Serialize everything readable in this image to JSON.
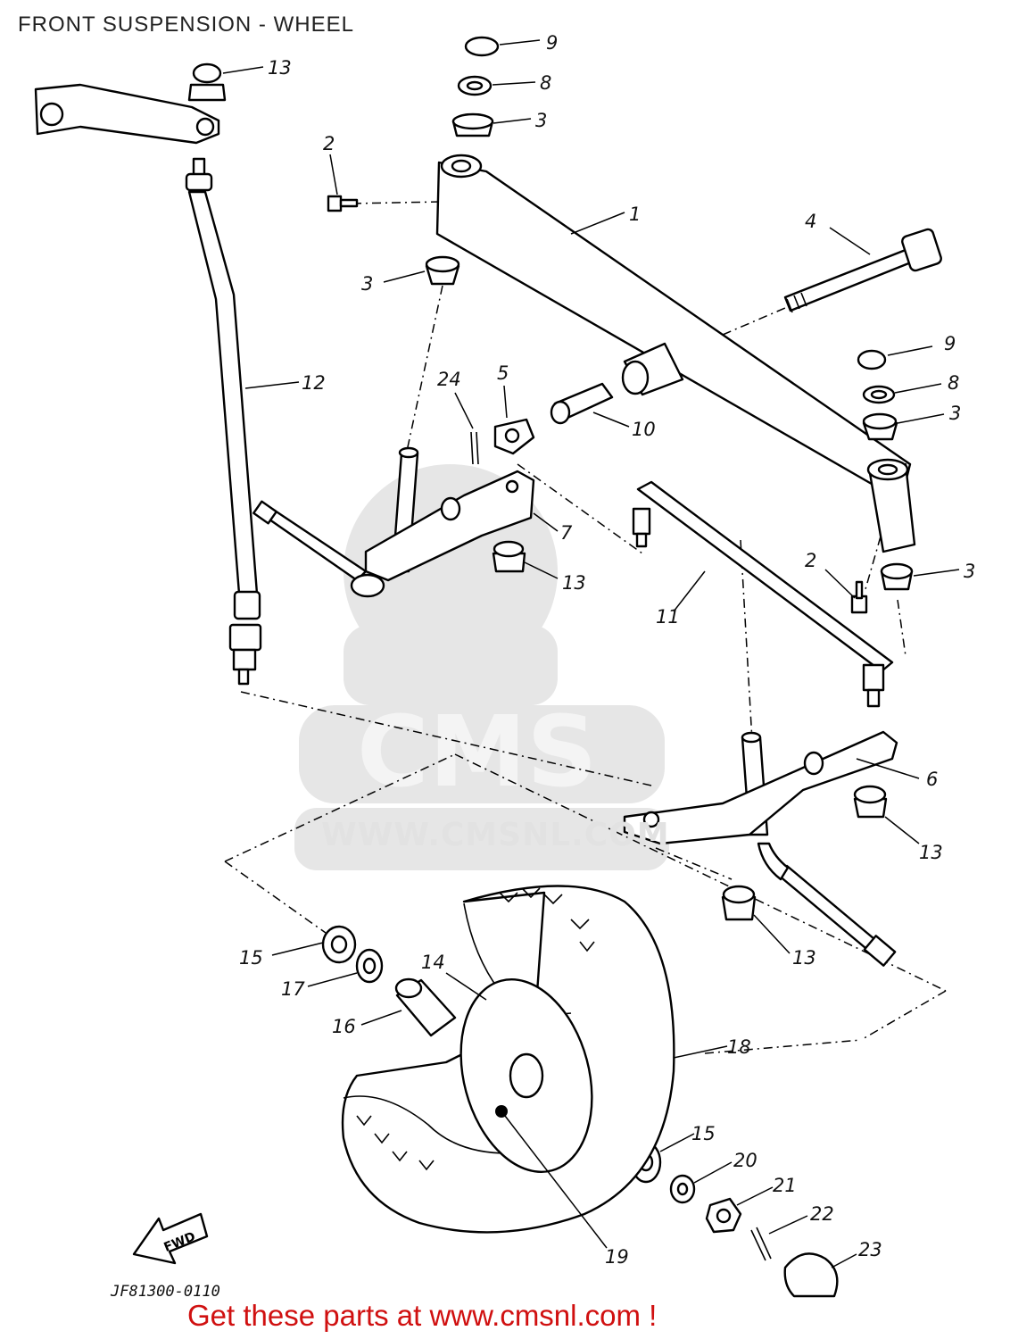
{
  "title": "FRONT SUSPENSION - WHEEL",
  "watermark": {
    "logo_text": "CMS",
    "url_text": "WWW.CMSNL.COM"
  },
  "drawing_code": "JF81300-0110",
  "direction_arrow_label": "FWD",
  "promo_text": "Get these parts at www.cmsnl.com !",
  "promo_color": "#d01010",
  "callouts": [
    {
      "id": "c9a",
      "number": "9"
    },
    {
      "id": "c8a",
      "number": "8"
    },
    {
      "id": "c3a",
      "number": "3"
    },
    {
      "id": "c13a",
      "number": "13"
    },
    {
      "id": "c2a",
      "number": "2"
    },
    {
      "id": "c1",
      "number": "1"
    },
    {
      "id": "c4",
      "number": "4"
    },
    {
      "id": "c3b",
      "number": "3"
    },
    {
      "id": "c12",
      "number": "12"
    },
    {
      "id": "c24",
      "number": "24"
    },
    {
      "id": "c5",
      "number": "5"
    },
    {
      "id": "c10",
      "number": "10"
    },
    {
      "id": "c9b",
      "number": "9"
    },
    {
      "id": "c8b",
      "number": "8"
    },
    {
      "id": "c3c",
      "number": "3"
    },
    {
      "id": "c7",
      "number": "7"
    },
    {
      "id": "c13b",
      "number": "13"
    },
    {
      "id": "c2b",
      "number": "2"
    },
    {
      "id": "c3d",
      "number": "3"
    },
    {
      "id": "c11",
      "number": "11"
    },
    {
      "id": "c6",
      "number": "6"
    },
    {
      "id": "c13c",
      "number": "13"
    },
    {
      "id": "c13d",
      "number": "13"
    },
    {
      "id": "c15a",
      "number": "15"
    },
    {
      "id": "c14",
      "number": "14"
    },
    {
      "id": "c17",
      "number": "17"
    },
    {
      "id": "c16",
      "number": "16"
    },
    {
      "id": "c18",
      "number": "18"
    },
    {
      "id": "c15b",
      "number": "15"
    },
    {
      "id": "c20",
      "number": "20"
    },
    {
      "id": "c21",
      "number": "21"
    },
    {
      "id": "c22",
      "number": "22"
    },
    {
      "id": "c23",
      "number": "23"
    },
    {
      "id": "c19",
      "number": "19"
    }
  ]
}
